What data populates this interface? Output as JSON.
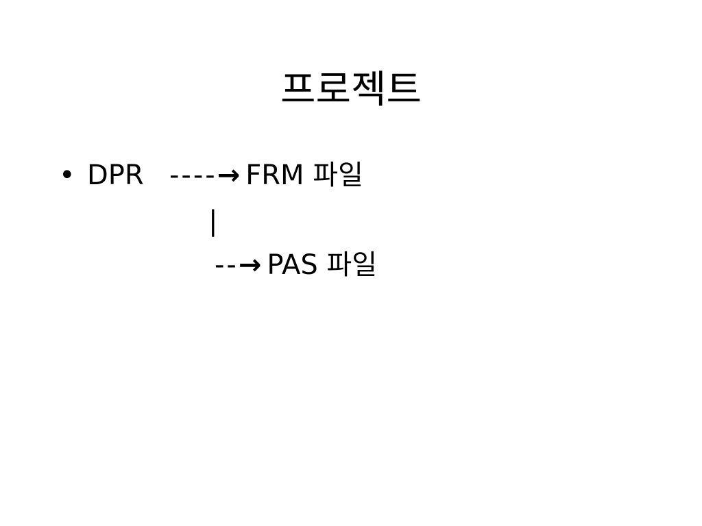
{
  "slide": {
    "title": "프로젝트",
    "lines": [
      {
        "bullet": "•",
        "source": "DPR",
        "connector": "----",
        "arrow": "→",
        "target": "FRM 파일"
      },
      {
        "connector": "|"
      },
      {
        "connector": "--",
        "arrow": "→",
        "target": "PAS 파일"
      }
    ]
  }
}
